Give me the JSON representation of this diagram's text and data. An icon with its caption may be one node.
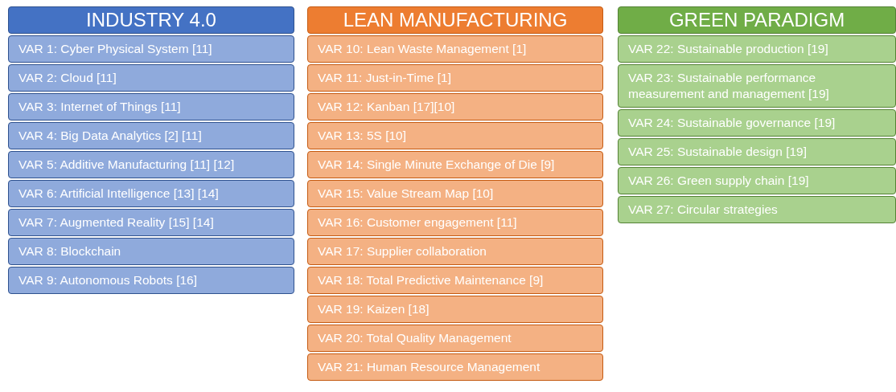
{
  "diagram": {
    "nodes": [
      {
        "text": [
          "INDUSTRY 4.0"
        ]
      },
      {
        "text": [
          "VAR 1: Cyber Physical System [11]"
        ]
      },
      {
        "text": [
          "VAR 2: Cloud [11]"
        ]
      },
      {
        "text": [
          "VAR 3: Internet of Things [11]"
        ]
      },
      {
        "text": [
          "VAR 4: Big Data Analytics [2] [11]"
        ]
      },
      {
        "text": [
          "VAR 5: Additive Manufacturing [11] [12]"
        ]
      },
      {
        "text": [
          "VAR 6: Artificial Intelligence [13] [14]"
        ]
      },
      {
        "text": [
          "VAR 7: Augmented Reality [15] [14]"
        ]
      },
      {
        "text": [
          "VAR 8: Blockchain"
        ]
      },
      {
        "text": [
          "VAR 9: Autonomous Robots [16]"
        ]
      },
      {
        "text": [
          "LEAN MANUFACTURING"
        ]
      },
      {
        "text": [
          "VAR 10: Lean Waste Management [1]"
        ]
      },
      {
        "text": [
          "VAR 11: Just-in-Time [1]"
        ]
      },
      {
        "text": [
          "VAR 12: Kanban [17][10]"
        ]
      },
      {
        "text": [
          "VAR 13: 5S [10]"
        ]
      },
      {
        "text": [
          "VAR 14: Single Minute Exchange of Die [9]"
        ]
      },
      {
        "text": [
          "VAR 15: Value Stream Map [10]"
        ]
      },
      {
        "text": [
          "VAR 16: Customer engagement [11]"
        ]
      },
      {
        "text": [
          "VAR 17: Supplier collaboration"
        ]
      },
      {
        "text": [
          "VAR 18: Total Predictive Maintenance [9]"
        ]
      },
      {
        "text": [
          "VAR 19: Kaizen [18]"
        ]
      },
      {
        "text": [
          "VAR 20: Total Quality Management"
        ]
      },
      {
        "text": [
          "VAR 21: Human Resource Management"
        ]
      },
      {
        "text": [
          "GREEN PARADIGM"
        ]
      },
      {
        "text": [
          "VAR 22: Sustainable production [19]"
        ]
      },
      {
        "text": [
          "VAR 23: Sustainable performance measurement and management [19]"
        ]
      },
      {
        "text": [
          "VAR 24: Sustainable governance [19]"
        ]
      },
      {
        "text": [
          "VAR 25: Sustainable design [19]"
        ]
      },
      {
        "text": [
          "VAR 26: Green supply chain [19]"
        ]
      },
      {
        "text": [
          "VAR 27: Circular strategies"
        ]
      }
    ]
  }
}
